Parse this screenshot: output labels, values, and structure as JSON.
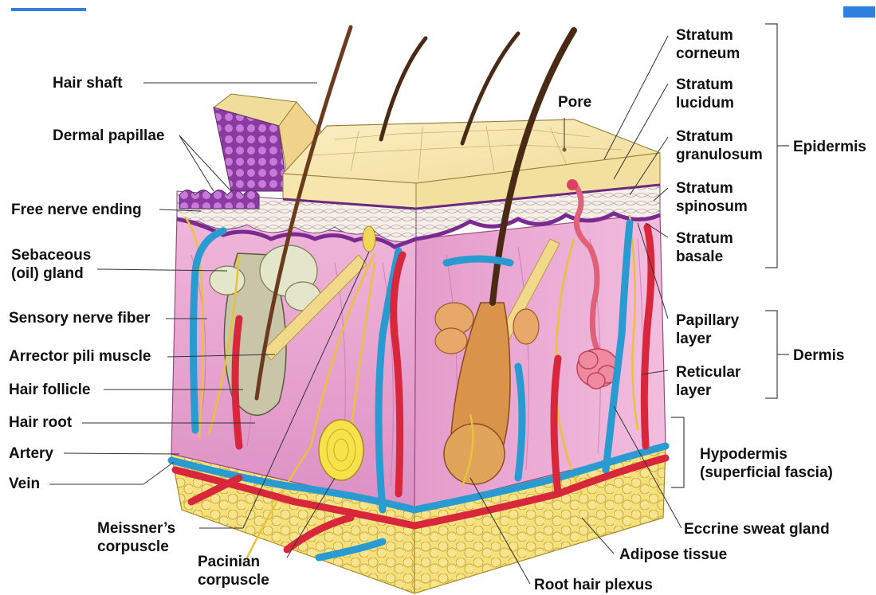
{
  "left_labels": {
    "hair_shaft": "Hair shaft",
    "dermal_papillae": "Dermal papillae",
    "free_nerve_ending": "Free nerve ending",
    "sebaceous_gland": "Sebaceous\n(oil) gland",
    "sensory_nerve_fiber": "Sensory nerve fiber",
    "arrector_pili": "Arrector pili muscle",
    "hair_follicle": "Hair follicle",
    "hair_root": "Hair root",
    "artery": "Artery",
    "vein": "Vein"
  },
  "bottom_labels": {
    "meissner": "Meissner’s\ncorpuscle",
    "pacinian": "Pacinian\ncorpuscle",
    "root_hair_plexus": "Root hair plexus",
    "adipose": "Adipose tissue",
    "eccrine": "Eccrine sweat gland"
  },
  "right_labels": {
    "pore": "Pore",
    "stratum_corneum": "Stratum\ncorneum",
    "stratum_lucidum": "Stratum\nlucidum",
    "stratum_granulosum": "Stratum\ngranulosum",
    "stratum_spinosum": "Stratum\nspinosum",
    "stratum_basale": "Stratum\nbasale",
    "papillary_layer": "Papillary\nlayer",
    "reticular_layer": "Reticular\nlayer",
    "hypodermis": "Hypodermis\n(superficial fascia)"
  },
  "group_labels": {
    "epidermis": "Epidermis",
    "dermis": "Dermis"
  },
  "colors": {
    "epidermis": "#f4e3a6",
    "dermis": "#e9a6cf",
    "hypodermis": "#f3dc7a",
    "artery": "#d8263a",
    "vein": "#2a9bd0",
    "nerve": "#e8c23a",
    "hair": "#6b3a1f"
  }
}
